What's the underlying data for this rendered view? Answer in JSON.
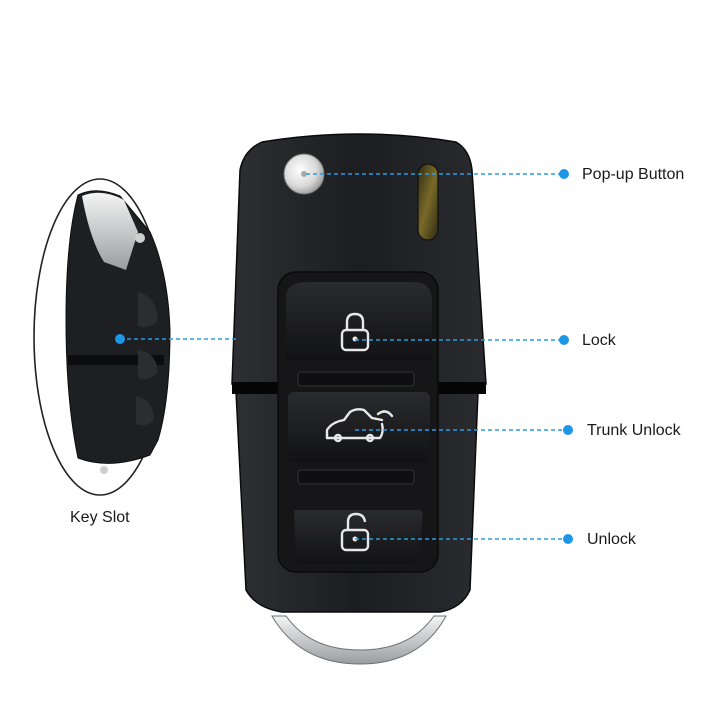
{
  "image": {
    "subject": "flip-key-remote",
    "colors": {
      "shell": "#1b1c1e",
      "shell_edge": "#2b2c2f",
      "button": "#141416",
      "icon": "#e8e8e8",
      "accent": "#1e96e6",
      "blade": "#c9cbce",
      "transponder": "#c8a64a"
    }
  },
  "callouts": {
    "popup": {
      "label": "Pop-up Button",
      "icon": "popup-dot-icon"
    },
    "lock": {
      "label": "Lock",
      "icon": "padlock-closed-icon"
    },
    "trunk": {
      "label": "Trunk Unlock",
      "icon": "car-trunk-icon"
    },
    "unlock": {
      "label": "Unlock",
      "icon": "padlock-open-icon"
    },
    "keyslot": {
      "label": "Key Slot"
    }
  }
}
